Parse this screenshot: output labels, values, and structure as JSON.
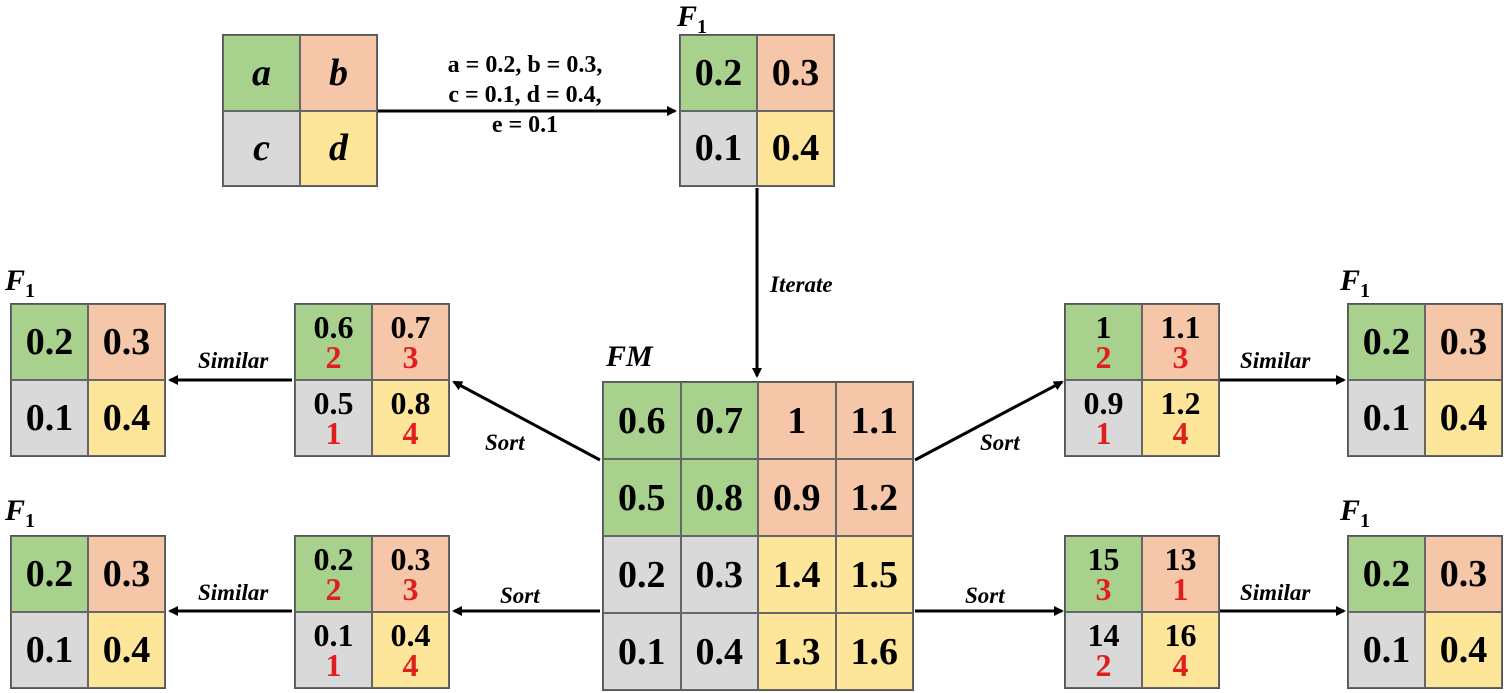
{
  "input": {
    "a": "a",
    "b": "b",
    "c": "c",
    "d": "d"
  },
  "assignment": {
    "line1": "a = 0.2, b = 0.3,",
    "line2": "c = 0.1, d = 0.4,",
    "line3": "e = 0.1"
  },
  "f1_label": "F",
  "f1_sub": "1",
  "f1": {
    "tl": "0.2",
    "tr": "0.3",
    "bl": "0.1",
    "br": "0.4"
  },
  "fm_label": "FM",
  "fm": [
    [
      "0.6",
      "0.7",
      "1",
      "1.1"
    ],
    [
      "0.5",
      "0.8",
      "0.9",
      "1.2"
    ],
    [
      "0.2",
      "0.3",
      "1.4",
      "1.5"
    ],
    [
      "0.1",
      "0.4",
      "1.3",
      "1.6"
    ]
  ],
  "labels": {
    "iterate": "Iterate",
    "sort": "Sort",
    "similar": "Similar"
  },
  "sorted_green": {
    "tl": "0.6",
    "tl_r": "2",
    "tr": "0.7",
    "tr_r": "3",
    "bl": "0.5",
    "bl_r": "1",
    "br": "0.8",
    "br_r": "4"
  },
  "sorted_gray": {
    "tl": "0.2",
    "tl_r": "2",
    "tr": "0.3",
    "tr_r": "3",
    "bl": "0.1",
    "bl_r": "1",
    "br": "0.4",
    "br_r": "4"
  },
  "sorted_orange": {
    "tl": "1",
    "tl_r": "2",
    "tr": "1.1",
    "tr_r": "3",
    "bl": "0.9",
    "bl_r": "1",
    "br": "1.2",
    "br_r": "4"
  },
  "sorted_yellow": {
    "tl": "15",
    "tl_r": "3",
    "tr": "13",
    "tr_r": "1",
    "bl": "14",
    "bl_r": "2",
    "br": "16",
    "br_r": "4"
  },
  "colors": {
    "green": "#a8d18d",
    "orange": "#f5c6a8",
    "gray": "#d9d9d9",
    "yellow": "#fde59a",
    "rank": "#e01e1e"
  }
}
